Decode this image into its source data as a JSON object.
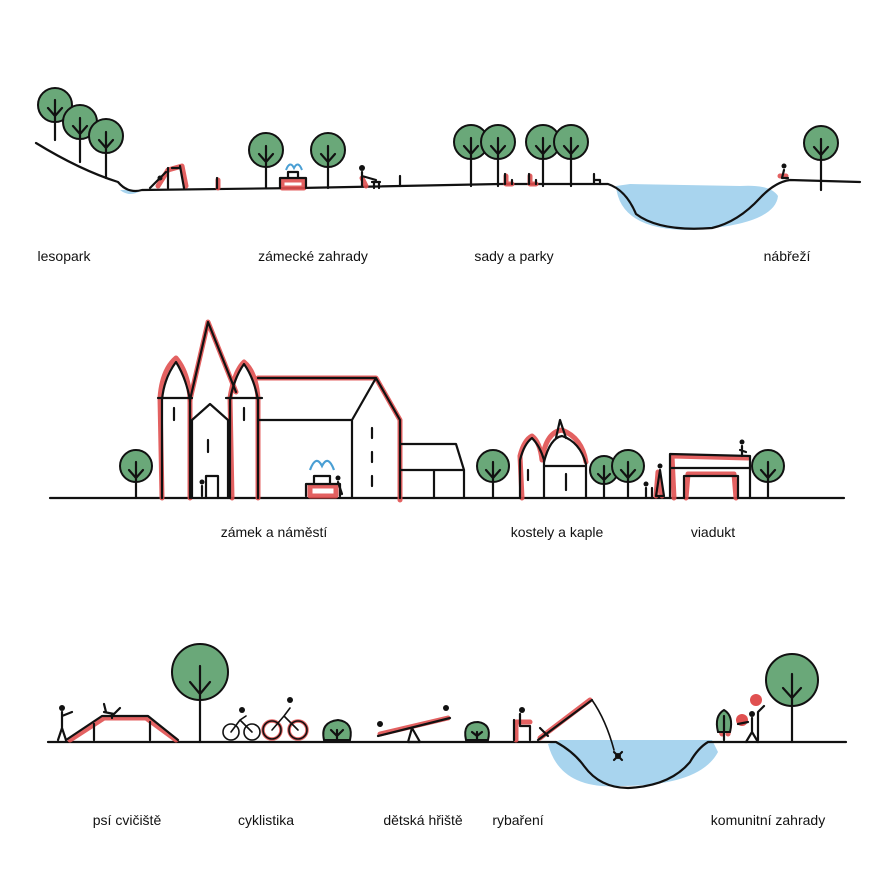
{
  "colors": {
    "ink": "#111111",
    "tree_green": "#6aa879",
    "water_blue": "#a8d4ee",
    "accent_red": "#e05050",
    "background": "#ffffff"
  },
  "rows": [
    {
      "labels": [
        "lesopark",
        "zámecké zahrady",
        "sady a parky",
        "nábřeží"
      ]
    },
    {
      "labels": [
        "zámek a náměstí",
        "kostely a kaple",
        "viadukt"
      ]
    },
    {
      "labels": [
        "psí cvičiště",
        "cyklistika",
        "dětská hřiště",
        "rybaření",
        "komunitní zahrady"
      ]
    }
  ]
}
